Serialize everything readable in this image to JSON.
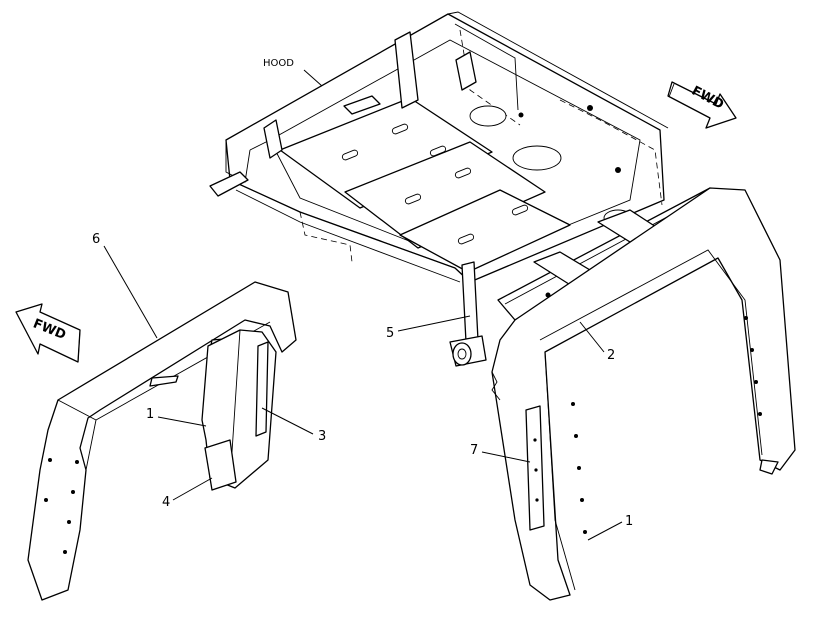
{
  "labels": {
    "hood": "HOOD",
    "fwd_right": "FWD",
    "fwd_left": "FWD",
    "callout_1_left": "1",
    "callout_1_right": "1",
    "callout_2": "2",
    "callout_3": "3",
    "callout_4": "4",
    "callout_5": "5",
    "callout_6": "6",
    "callout_7": "7"
  },
  "colors": {
    "line": "#000000",
    "background": "#ffffff"
  }
}
